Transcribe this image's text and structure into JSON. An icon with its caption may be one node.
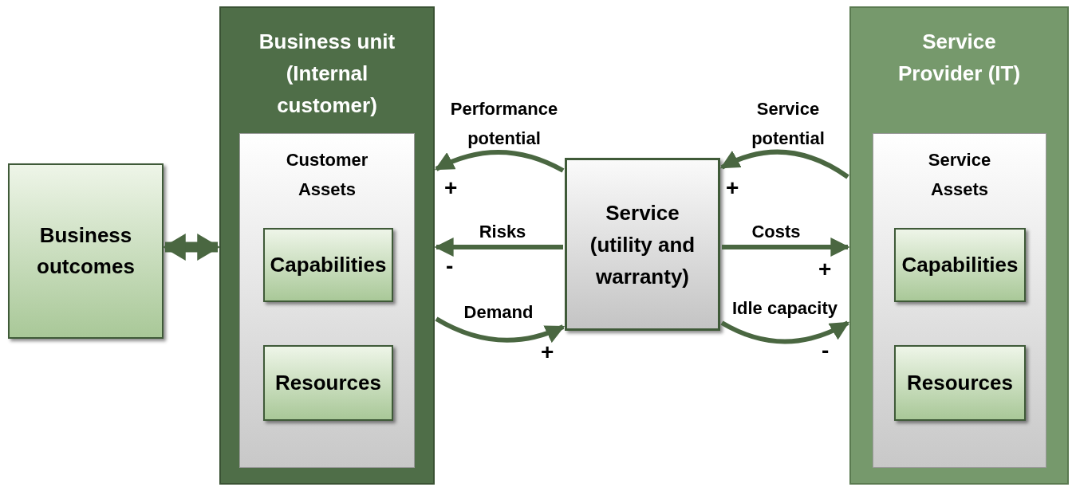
{
  "diagram": {
    "nodes": [
      {
        "text": [
          "Business outcomes"
        ]
      },
      {
        "text": [
          "Business unit (Internal customer)"
        ]
      },
      {
        "text": [
          "Customer Assets"
        ],
        "in": 1
      },
      {
        "text": [
          "Capabilities"
        ],
        "in": 2
      },
      {
        "text": [
          "Resources"
        ],
        "in": 2
      },
      {
        "text": [
          "Service (utility and warranty)"
        ]
      },
      {
        "text": [
          "Service Provider (IT)"
        ]
      },
      {
        "text": [
          "Service Assets"
        ],
        "in": 6
      },
      {
        "text": [
          "Capabilities"
        ],
        "in": 7
      },
      {
        "text": [
          "Resources"
        ],
        "in": 7
      }
    ],
    "edges": [
      {
        "from": 0,
        "to": 1,
        "arrow": "both",
        "style": "thick"
      },
      {
        "from": 5,
        "to": 1,
        "arrow": "to",
        "label": "Performance potential"
      },
      {
        "from": 5,
        "to": 1,
        "arrow": "to",
        "label": "Risks"
      },
      {
        "from": 1,
        "to": 5,
        "arrow": "to",
        "label": "Demand"
      },
      {
        "from": 6,
        "to": 5,
        "arrow": "to",
        "label": "Service potential"
      },
      {
        "from": 5,
        "to": 6,
        "arrow": "to",
        "label": "Costs"
      },
      {
        "from": 5,
        "to": 6,
        "arrow": "to",
        "label": "Idle capacity"
      }
    ],
    "labels": [
      "+",
      "+",
      "-",
      "+",
      "+",
      "-"
    ]
  }
}
